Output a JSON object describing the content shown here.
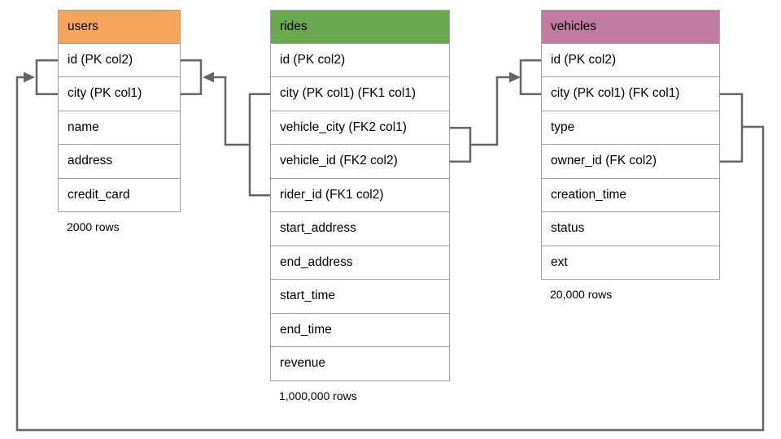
{
  "diagram": {
    "title": "database schema diagram",
    "colors": {
      "users_header": "#F6A55C",
      "rides_header": "#6AA84F",
      "vehicles_header": "#C27BA0",
      "connector_line": "#666666",
      "table_border": "#a0a0a0"
    },
    "tables": [
      {
        "name": "users",
        "header_color": "#F6A55C",
        "rows": [
          "id (PK col2)",
          "city (PK col1)",
          "name",
          "address",
          "credit_card"
        ],
        "row_count": "2000 rows"
      },
      {
        "name": "rides",
        "header_color": "#6AA84F",
        "rows": [
          "id (PK col2)",
          "city (PK col1) (FK1 col1)",
          "vehicle_city (FK2 col1)",
          "vehicle_id (FK2 col2)",
          "rider_id (FK1 col2)",
          "start_address",
          "end_address",
          "start_time",
          "end_time",
          "revenue"
        ],
        "row_count": "1,000,000 rows"
      },
      {
        "name": "vehicles",
        "header_color": "#C27BA0",
        "rows": [
          "id (PK col2)",
          "city (PK col1) (FK col1)",
          "type",
          "owner_id (FK col2)",
          "creation_time",
          "status",
          "ext"
        ],
        "row_count": "20,000 rows"
      }
    ],
    "relationships": [
      {
        "name": "rides-to-users",
        "from": "rides (city FK1 col1, rider_id FK1 col2)",
        "to": "users (id, city)"
      },
      {
        "name": "rides-to-vehicles",
        "from": "rides (vehicle_city FK2 col1, vehicle_id FK2 col2)",
        "to": "vehicles (id, city)"
      },
      {
        "name": "vehicles-to-users",
        "from": "vehicles (city FK col1, owner_id FK col2)",
        "to": "users (id, city)"
      }
    ]
  }
}
